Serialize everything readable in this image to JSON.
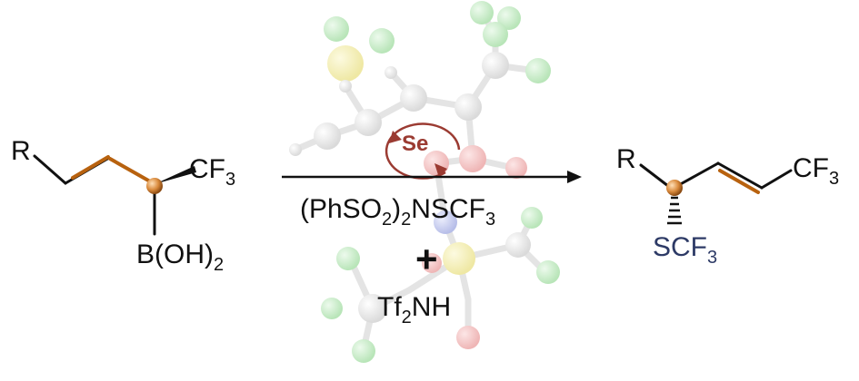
{
  "colors": {
    "bond": "#111111",
    "alkene_accent": "#b8620f",
    "stereocenter": "#d98a3c",
    "scf3_text": "#2d3a66",
    "catalyst_cycle": "#9b3b32",
    "atom_carbon": "#d6d6d6",
    "atom_fluorine": "#9adf9a",
    "atom_sulfur": "#ece37a",
    "atom_oxygen": "#ef8f8f",
    "atom_nitrogen": "#8f9be0"
  },
  "reactant": {
    "r_label": "R",
    "cf3_main": "CF",
    "cf3_sub": "3",
    "boron_main": "B(OH)",
    "boron_sub": "2"
  },
  "conditions": {
    "catalyst_label": "Se",
    "reagent_parts": [
      "(PhSO",
      "2",
      ")",
      "2",
      "NSCF",
      "3"
    ],
    "plus": "+",
    "additive_parts": [
      "Tf",
      "2",
      "NH"
    ]
  },
  "product": {
    "r_label": "R",
    "cf3_main": "CF",
    "cf3_sub": "3",
    "scf3_main": "SCF",
    "scf3_sub": "3"
  },
  "icons": [
    "reaction-arrow-icon",
    "catalytic-cycle-icon",
    "stereocenter-dot-icon",
    "wedge-bond-icon",
    "hashed-bond-icon"
  ]
}
